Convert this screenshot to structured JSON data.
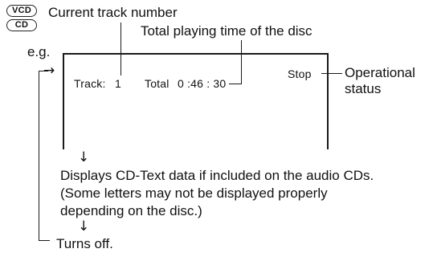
{
  "badges": {
    "vcd": "VCD",
    "cd": "CD"
  },
  "labels": {
    "current_track": "Current track number",
    "total_time": "Total playing time of the disc",
    "example": "e.g.",
    "status_line1": "Operational",
    "status_line2": "status",
    "cd_text_line1": "Displays CD-Text data if included on the audio CDs.",
    "cd_text_line2": "(Some letters may not be displayed properly",
    "cd_text_line3": "depending on the disc.)",
    "turns_off": "Turns off."
  },
  "screen": {
    "track_label": "Track:",
    "track_number": "1",
    "total_label": "Total",
    "total_time": "0 :46 : 30",
    "status": "Stop"
  },
  "arrows": {
    "down": "↓",
    "right": "→"
  }
}
